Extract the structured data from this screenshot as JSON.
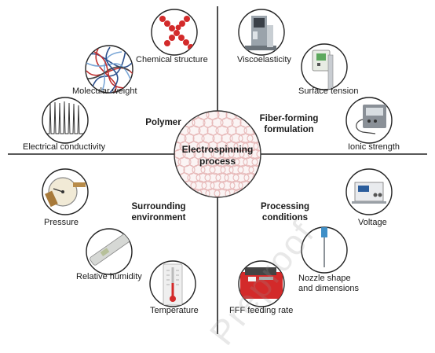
{
  "center": {
    "line1": "Electrospinning",
    "line2": "process"
  },
  "quadrants": {
    "polymer": {
      "title": "Polymer"
    },
    "formulation": {
      "title_line1": "Fiber-forming",
      "title_line2": "formulation"
    },
    "environment": {
      "title_line1": "Surrounding",
      "title_line2": "environment"
    },
    "processing": {
      "title_line1": "Processing",
      "title_line2": "conditions"
    }
  },
  "factors": {
    "chemical_structure": "Chemical structure",
    "molecular_weight": "Molecular weight",
    "electrical_conductivity": "Electrical conductivity",
    "viscoelasticity": "Viscoelasticity",
    "surface_tension": "Surface tension",
    "ionic_strength": "Ionic strength",
    "pressure": "Pressure",
    "relative_humidity": "Relative humidity",
    "temperature": "Temperature",
    "voltage": "Voltage",
    "nozzle_line1": "Nozzle shape",
    "nozzle_line2": "and dimensions",
    "fff_feeding_rate": "FFF feeding rate"
  },
  "watermark": "Preproof",
  "colors": {
    "line": "#222222",
    "circle_border": "#333333",
    "accent_red": "#d32a2a",
    "mesh": "#e7b9b9"
  }
}
